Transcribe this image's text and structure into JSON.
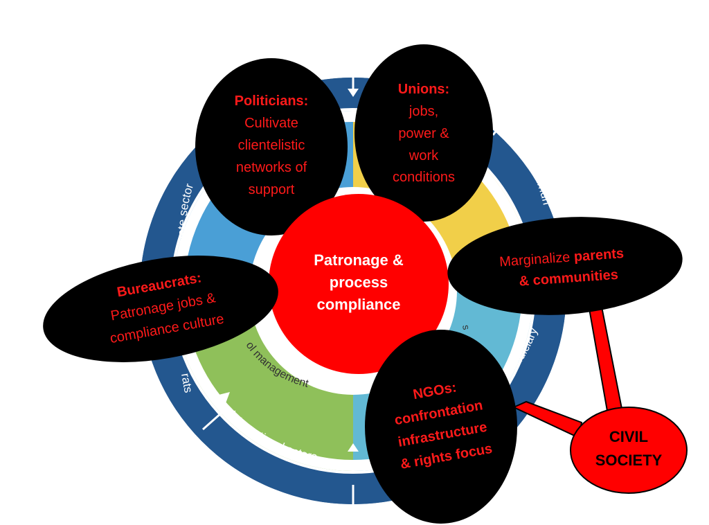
{
  "colors": {
    "outer_ring": "#23578f",
    "seg_blue": "#4a9fd6",
    "seg_yellow": "#f1cf49",
    "seg_cyan": "#62b9d4",
    "seg_green": "#8fc05a",
    "bubble_fill": "#000000",
    "bubble_text": "#ff1a1a",
    "center_fill": "#ff0000",
    "center_text": "#ffffff",
    "ring_text": "#ffffff",
    "green_text": "#333333"
  },
  "outer_ring_labels": {
    "private_sector": "Private sector",
    "peers": "Peers/commun",
    "judiciary": "Judiciary",
    "international_actors": "International actors",
    "bureaucrats_fragment": "rats"
  },
  "inner_segment_labels": {
    "green_segment": "ol management",
    "cyan_fragment": "s"
  },
  "center": {
    "line1": "Patronage &",
    "line2": "process",
    "line3": "compliance"
  },
  "bubbles": {
    "politicians": {
      "title": "Politicians:",
      "line1": "Cultivate",
      "line2": "clientelistic",
      "line3": "networks of",
      "line4": "support"
    },
    "unions": {
      "title": "Unions:",
      "line1": "jobs,",
      "line2": "power &",
      "line3": "work",
      "line4": "conditions"
    },
    "bureaucrats": {
      "title": "Bureaucrats:",
      "line1": "Patronage jobs &",
      "line2": "compliance culture"
    },
    "parents": {
      "line1_a": "Marginalize ",
      "line1_b": "parents",
      "line2": "& communities"
    },
    "ngos": {
      "title": "NGOs:",
      "line1": "confrontation",
      "line2": "infrastructure",
      "line3": "& rights focus"
    }
  },
  "civil_society": {
    "line1": "CIVIL",
    "line2": "SOCIETY"
  }
}
